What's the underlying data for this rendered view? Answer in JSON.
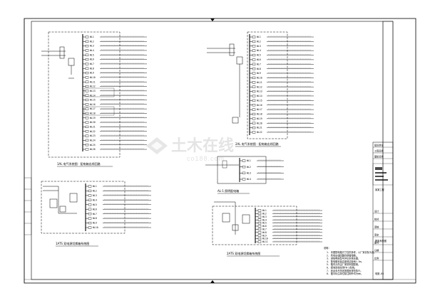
{
  "sheet": {
    "watermark": "土木在线",
    "watermark_sub": "co188.com"
  },
  "panels": {
    "top_left": {
      "title": "1AL 电气系统图 · 配电箱出线回路",
      "circuits": [
        "WL1",
        "WL2",
        "WL3",
        "WL4",
        "WL5",
        "WL6",
        "WL7",
        "WL8",
        "WL9",
        "WL10",
        "WL11",
        "WL12",
        "WL13",
        "WL14",
        "WL15",
        "WL16",
        "WL17",
        "WL18",
        "WL19",
        "WL20",
        "WL21",
        "WL22",
        "WL23",
        "WL24",
        "WL25",
        "WL26"
      ]
    },
    "top_right": {
      "title": "2AL 电气系统图 · 配电箱出线回路",
      "circuits": [
        "WL1",
        "WL2",
        "WL3",
        "WL4",
        "WL5",
        "WL6",
        "WL7",
        "WL8",
        "WL9",
        "WL10",
        "WL11",
        "WL12",
        "WL13",
        "WL14",
        "WL15",
        "WL16",
        "WL17",
        "WL18",
        "WL19",
        "WL20",
        "WL21",
        "WL22"
      ]
    },
    "middle_right": {
      "title": "AL-1 照明配电箱",
      "circuits": [
        "WL1",
        "WL2",
        "WL3",
        "WL4"
      ]
    },
    "bottom_left": {
      "title": "1ATS 双电源切换箱系统图",
      "circuits": [
        "WL1",
        "WL2",
        "WL3",
        "WL4",
        "WL5",
        "WL6",
        "WL7",
        "WL8",
        "WL9",
        "WL10"
      ]
    },
    "bottom_right": {
      "title": "2ATS 双电源切换箱系统图",
      "circuits": [
        "WL1",
        "WL2",
        "WL3",
        "WL4",
        "WL5",
        "WL6",
        "WL7",
        "WL8",
        "WL9",
        "WL10",
        "WL11"
      ]
    }
  },
  "notes": {
    "heading": "说明：",
    "lines": [
      "1. 本图配电箱尺寸仅供参考，以厂家实际为准。",
      "2. 所有出线回路均穿管暗敷。",
      "3. 进线电缆型号详见系统总图。",
      "4. 配电箱安装高度底边距地1.5m。",
      "5. 箱内元件由厂家按本图配置。",
      "6. 接地系统采用TN-S系统。",
      "7. 其余未尽事宜按国家规范执行。",
      "8. 图中标注单位除注明外均为mm。"
    ]
  },
  "title_block": {
    "rows": [
      "建设单位",
      "工程名称",
      "图纸名称",
      "设计",
      "校对",
      "审核",
      "审定",
      "图号",
      "日期",
      "比例"
    ],
    "project_name": "某某工程",
    "drawing_title": "配电系统图",
    "drawing_no": "电施-05"
  }
}
